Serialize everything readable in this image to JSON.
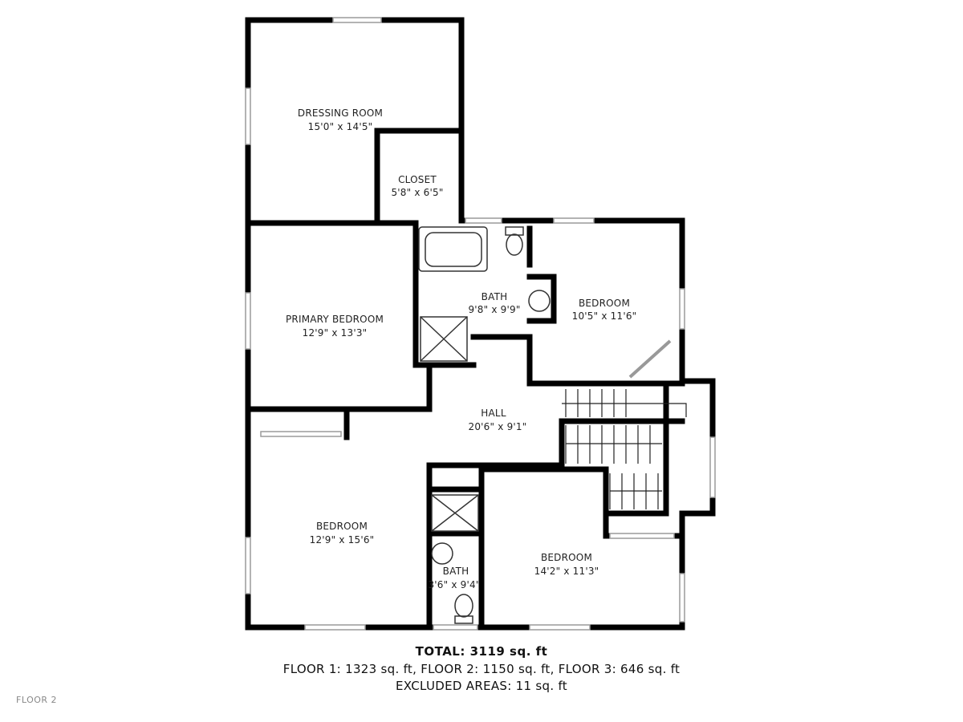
{
  "floor_tag": "FLOOR 2",
  "rooms": [
    {
      "key": "dressing",
      "name": "DRESSING ROOM",
      "dims": "15'0\" x 14'5\""
    },
    {
      "key": "closet",
      "name": "CLOSET",
      "dims": "5'8\" x 6'5\""
    },
    {
      "key": "primary",
      "name": "PRIMARY BEDROOM",
      "dims": "12'9\" x 13'3\""
    },
    {
      "key": "bath1",
      "name": "BATH",
      "dims": "9'8\" x 9'9\""
    },
    {
      "key": "bed_ne",
      "name": "BEDROOM",
      "dims": "10'5\" x 11'6\""
    },
    {
      "key": "hall",
      "name": "HALL",
      "dims": "20'6\" x 9'1\""
    },
    {
      "key": "bed_sw",
      "name": "BEDROOM",
      "dims": "12'9\" x 15'6\""
    },
    {
      "key": "bath2",
      "name": "BATH",
      "dims": "3'6\" x 9'4\""
    },
    {
      "key": "bed_se",
      "name": "BEDROOM",
      "dims": "14'2\" x 11'3\""
    }
  ],
  "totals": {
    "total": "TOTAL: 3119 sq. ft",
    "floors": "FLOOR 1: 1323 sq. ft, FLOOR 2: 1150 sq. ft, FLOOR 3: 646 sq. ft",
    "excluded": "EXCLUDED AREAS: 11 sq. ft"
  },
  "colors": {
    "wall": "#000000",
    "window": "#9a9a9a",
    "fixture": "#333333"
  }
}
